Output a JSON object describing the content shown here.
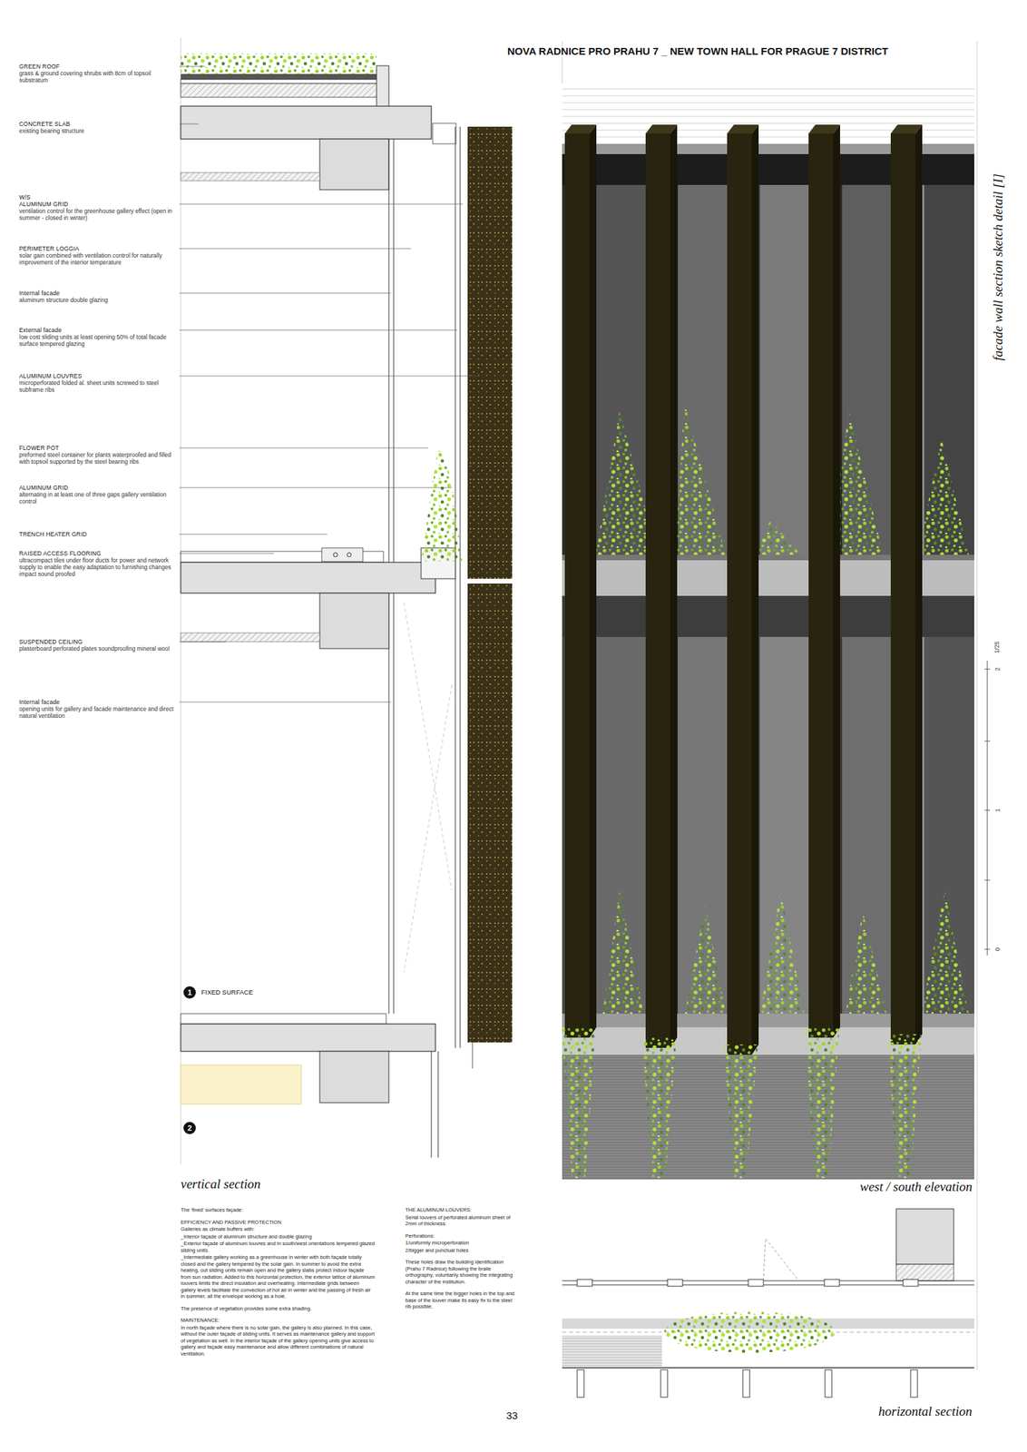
{
  "diagram": {
    "title": "NOVA RADNICE PRO PRAHU 7 _ NEW TOWN HALL FOR PRAGUE 7 DISTRICT",
    "nodes": [
      {
        "text": [
          "1"
        ]
      },
      {
        "text": [
          "2"
        ]
      }
    ],
    "labels": [
      "GREEN ROOF",
      "grass & ground covering shrubs with 8cm of topsoil substratum",
      "CONCRETE SLAB",
      "existing bearing structure",
      "W/S",
      "ALUMINUM GRID",
      "ventilation control for the greenhouse gallery effect (open in summer - closed in winter)",
      "PERIMETER LOGGIA",
      "solar gain combined with ventilation control for naturally improvement of the interior temperature",
      "Internal facade",
      "aluminum structure double glazing",
      "External facade",
      "low cost sliding units at least opening 50% of total facade surface tempered glazing",
      "ALUMINUM LOUVRES",
      "microperforated folded al. sheet units screwed to steel subframe ribs",
      "FLOWER POT",
      "preformed steel container for plants waterproofed and filled with topsoil supported by the steel bearing ribs",
      "ALUMINUM GRID",
      "alternating in at least one of three gaps gallery ventilation control",
      "TRENCH HEATER GRID",
      "RAISED ACCESS FLOORING",
      "ultracompact tiles under floor ducts for power and network supply to enable the easy adaptation to furnishing changes impact sound proofed",
      "SUSPENDED CEILING",
      "plasterboard perforated plates soundproofing mineral wool",
      "Internal facade",
      "opening units for gallery and facade maintenance and direct natural ventilation",
      "FIXED SURFACE",
      "vertical section",
      "facade wall section sketch detail [I]",
      "1/25",
      "2",
      "1",
      "0",
      "west / south elevation",
      "horizontal section",
      "33",
      "The 'fixed' surfaces façade:",
      "EFFICIENCY AND PASSIVE PROTECTION",
      "Galleries as climate buffers with:",
      "_Interior façade of aluminum structure and double glazing",
      "_Exterior façade of aluminum louvres and in south/west orientations tempered glazed sliding units.",
      "_Intermediate gallery working as a greenhouse in winter with both façade totally closed and the gallery tempered by the solar gain. In summer to avoid the extra heating, out sliding units remain open and the gallery slabs protect indoor façade from sun radiation. Added to this horizontal protection, the exterior lattice of aluminum louvers limits the direct insolation and overheating. Intermediate grids between gallery levels facilitate the convection of hot air in winter and the passing of fresh air in summer, all the envelope working as a hole.",
      "The presence of vegetation provides some extra shading.",
      "MAINTENANCE:",
      "In north façade where there is no solar gain, the gallery is also planned. In this case, without the outer façade of sliding units. It serves as maintenance gallery and support of vegetation as well. In the interior façade of the gallery opening units give access to gallery and façade easy maintenance and allow different combinations of natural ventilation.",
      "THE ALUMINUM LOUVERS:",
      "Serial louvers of perforated aluminum sheet of 2mm of thickness.",
      "Perforations:",
      "1/uniformly microperforation",
      "2/bigger and punctual holes",
      "These holes draw the building identification (Prahu 7 Radnice) following the braile orthography, voluntarily showing the integrating character of the institution.",
      "At the same time the bigger holes in the top and base of the louver make its easy fix to the steel rib possible."
    ]
  }
}
